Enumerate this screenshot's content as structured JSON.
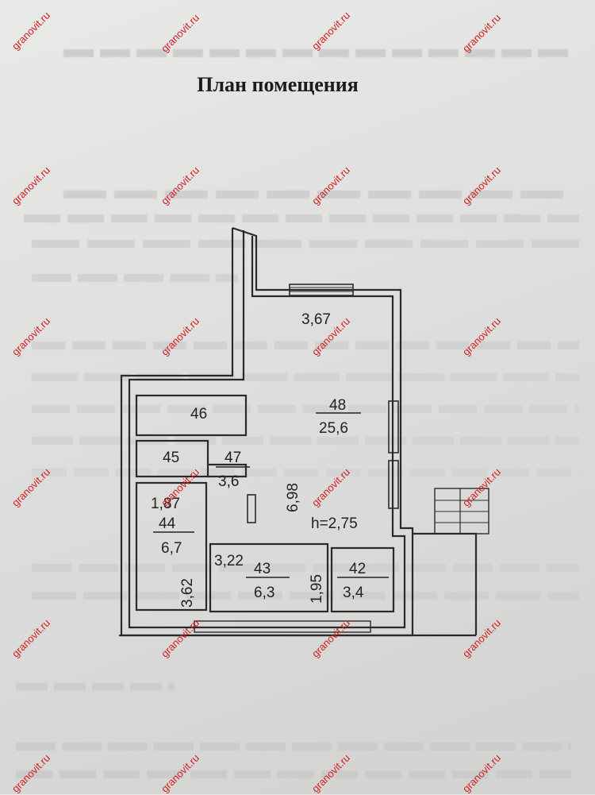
{
  "title": "План помещения",
  "rooms": [
    {
      "id": "48",
      "number": "48",
      "area": "25,6",
      "ceiling": "h=2,75",
      "length": "3,67",
      "depth": "6,98"
    },
    {
      "id": "46",
      "number": "46"
    },
    {
      "id": "45",
      "number": "45"
    },
    {
      "id": "47",
      "number": "47",
      "area": "3,6"
    },
    {
      "id": "44",
      "number": "44",
      "area": "6,7",
      "length": "1,87",
      "depth": "3,62"
    },
    {
      "id": "43",
      "number": "43",
      "area": "6,3",
      "length": "3,22",
      "depth": "1,95"
    },
    {
      "id": "42",
      "number": "42",
      "area": "3,4"
    }
  ],
  "watermark": "granovit.ru",
  "colors": {
    "wall": "#2a2a2a",
    "watermark": "#d32020",
    "paper": "#e4e4e2"
  }
}
